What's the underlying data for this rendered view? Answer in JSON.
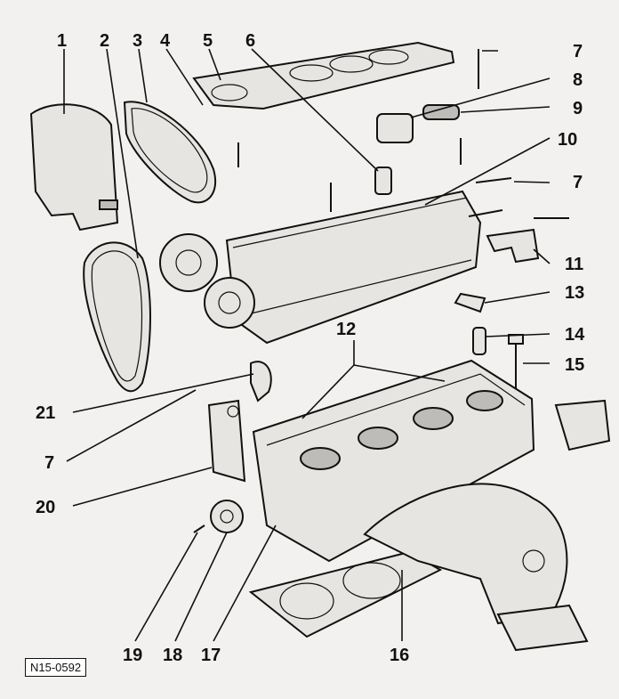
{
  "reference_code": "N15-0592",
  "callouts": [
    {
      "id": "label-1",
      "text": "1"
    },
    {
      "id": "label-2",
      "text": "2"
    },
    {
      "id": "label-3",
      "text": "3"
    },
    {
      "id": "label-4",
      "text": "4"
    },
    {
      "id": "label-5",
      "text": "5"
    },
    {
      "id": "label-6",
      "text": "6"
    },
    {
      "id": "label-7a",
      "text": "7"
    },
    {
      "id": "label-8",
      "text": "8"
    },
    {
      "id": "label-9",
      "text": "9"
    },
    {
      "id": "label-10",
      "text": "10"
    },
    {
      "id": "label-7b",
      "text": "7"
    },
    {
      "id": "label-11",
      "text": "11"
    },
    {
      "id": "label-13",
      "text": "13"
    },
    {
      "id": "label-12",
      "text": "12"
    },
    {
      "id": "label-14",
      "text": "14"
    },
    {
      "id": "label-15",
      "text": "15"
    },
    {
      "id": "label-21",
      "text": "21"
    },
    {
      "id": "label-7c",
      "text": "7"
    },
    {
      "id": "label-20",
      "text": "20"
    },
    {
      "id": "label-19",
      "text": "19"
    },
    {
      "id": "label-18",
      "text": "18"
    },
    {
      "id": "label-17",
      "text": "17"
    },
    {
      "id": "label-16",
      "text": "16"
    }
  ]
}
